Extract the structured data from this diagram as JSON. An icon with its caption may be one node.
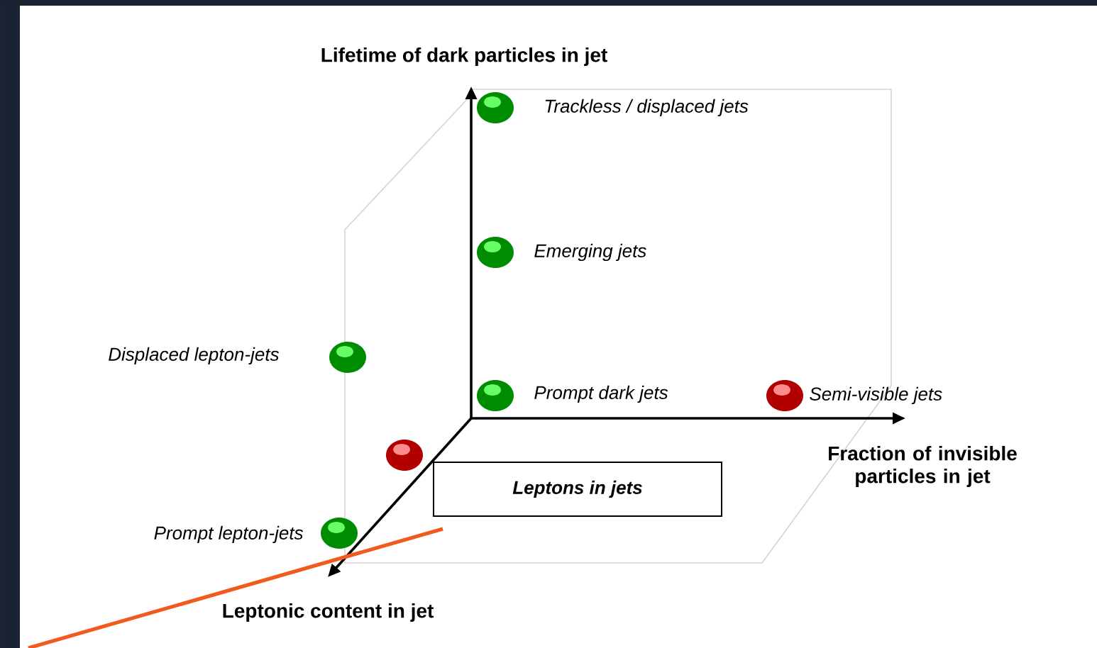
{
  "diagram": {
    "nodes": [
      {
        "text": [
          "Leptons in jets"
        ]
      }
    ],
    "labels": [
      "Lifetime of dark particles in jet",
      "Trackless / displaced jets",
      "Emerging jets",
      "Displaced lepton-jets",
      "Prompt dark jets",
      "Semi-visible jets",
      "Fraction of invisible particles in jet",
      "Prompt lepton-jets",
      "Leptonic content in jet"
    ]
  }
}
